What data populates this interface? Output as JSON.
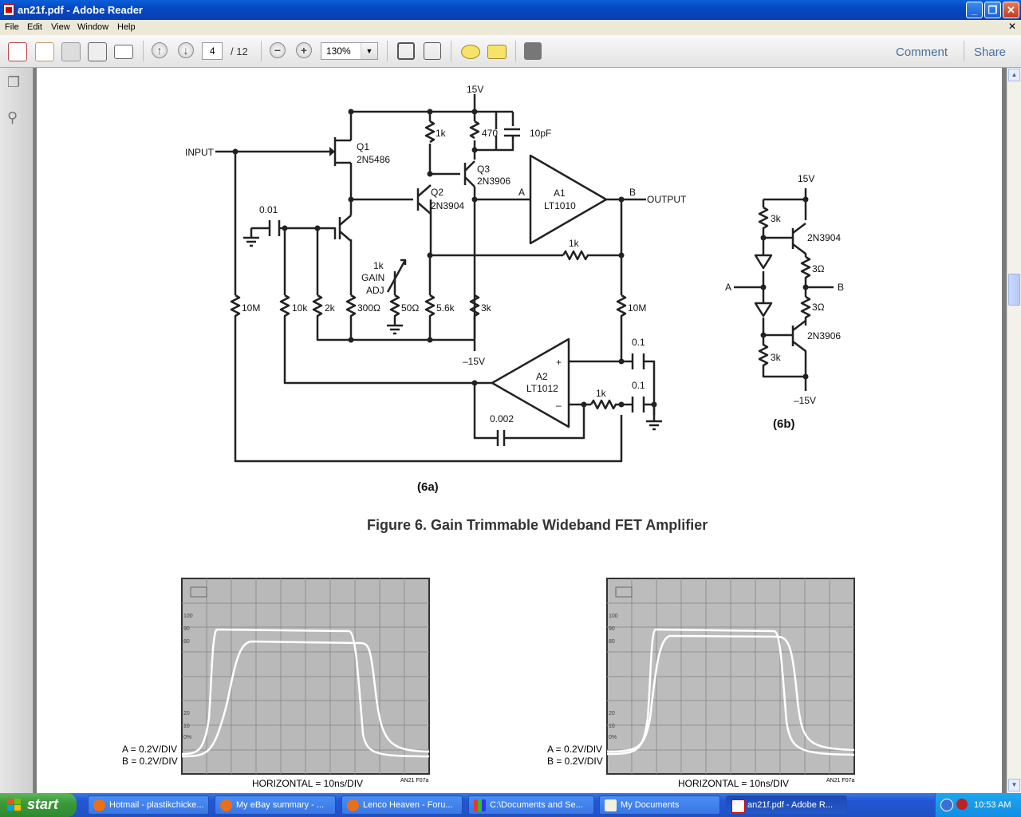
{
  "window": {
    "title": "an21f.pdf - Adobe Reader"
  },
  "menu": [
    "File",
    "Edit",
    "View",
    "Window",
    "Help"
  ],
  "toolbar": {
    "page_current": "4",
    "page_total": "/ 12",
    "zoom": "130%",
    "comment": "Comment",
    "share": "Share"
  },
  "document": {
    "fig6a": {
      "supply_pos": "15V",
      "supply_neg": "–15V",
      "input": "INPUT",
      "output": "OUTPUT",
      "node_a": "A",
      "node_b": "B",
      "q1": "Q1",
      "q1_part": "2N5486",
      "q2": "Q2",
      "q2_part": "2N3904",
      "q3": "Q3",
      "q3_part": "2N3906",
      "a1": "A1",
      "a1_part": "LT1010",
      "a2": "A2",
      "a2_part": "LT1012",
      "r_1k_top": "1k",
      "r_470": "470",
      "c_10pf": "10pF",
      "c_001": "0.01",
      "r_1k_fb": "1k",
      "gain_1k": "1k",
      "gain": "GAIN",
      "adj": "ADJ",
      "r_10m_left": "10M",
      "r_10k": "10k",
      "r_2k": "2k",
      "r_300": "300Ω",
      "r_50": "50Ω",
      "r_56k": "5.6k",
      "r_3k": "3k",
      "r_10m_right": "10M",
      "c_01a": "0.1",
      "c_01b": "0.1",
      "r_1k_a2": "1k",
      "c_0002": "0.002",
      "plus": "+",
      "minus": "–",
      "caption": "(6a)"
    },
    "fig6b": {
      "supply_pos": "15V",
      "supply_neg": "–15V",
      "r_3k_top": "3k",
      "r_3k_bot": "3k",
      "r_3ohm_top": "3Ω",
      "r_3ohm_bot": "3Ω",
      "q_npn": "2N3904",
      "q_pnp": "2N3906",
      "node_a": "A",
      "node_b": "B",
      "caption": "(6b)"
    },
    "figure_title": "Figure 6. Gain Trimmable Wideband FET Amplifier",
    "scope_left": {
      "scale_a": "A = 0.2V/DIV",
      "scale_b": "B = 0.2V/DIV",
      "horizontal": "HORIZONTAL = 10ns/DIV",
      "tag": "AN21 F07a",
      "y_ticks": [
        "100",
        "90",
        "80",
        "20",
        "10",
        "0%"
      ]
    },
    "scope_right": {
      "scale_a": "A = 0.2V/DIV",
      "scale_b": "B = 0.2V/DIV",
      "horizontal": "HORIZONTAL = 10ns/DIV",
      "tag": "AN21 F07a",
      "y_ticks": [
        "100",
        "90",
        "80",
        "20",
        "10",
        "0%"
      ]
    }
  },
  "taskbar": {
    "start": "start",
    "tasks": [
      "Hotmail - plastikchicke...",
      "My eBay summary - ...",
      "Lenco Heaven - Foru...",
      "C:\\Documents and Se...",
      "My Documents",
      "an21f.pdf - Adobe R..."
    ],
    "clock": "10:53 AM"
  }
}
